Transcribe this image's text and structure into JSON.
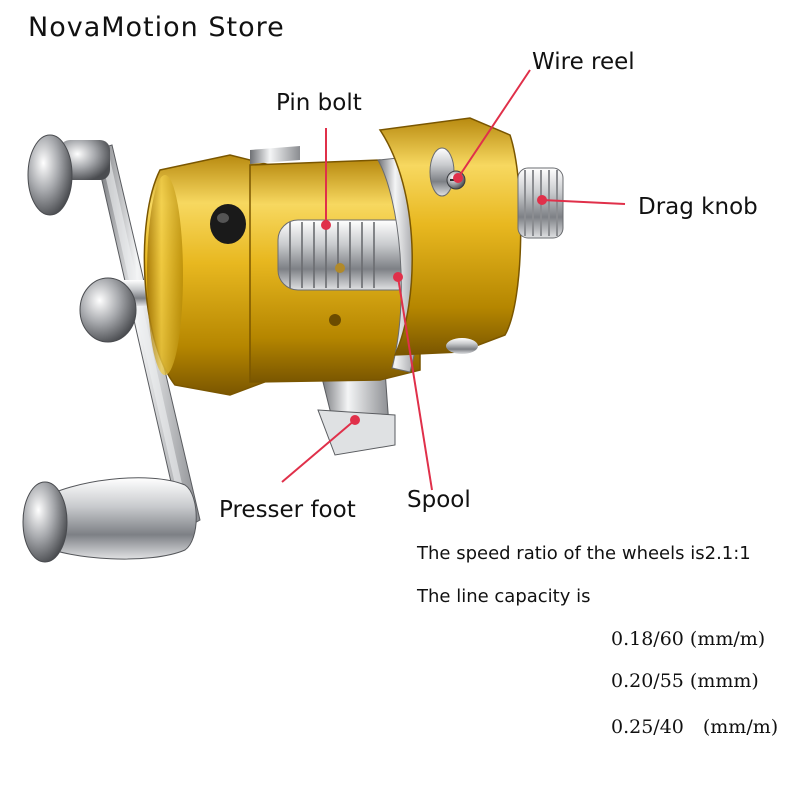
{
  "store": {
    "name": "NovaMotion Store"
  },
  "labels": {
    "pin_bolt": "Pin bolt",
    "wire_reel": "Wire reel",
    "drag_knob": "Drag knob",
    "presser_foot": "Presser foot",
    "spool": "Spool"
  },
  "specs": {
    "speed_ratio": "The speed ratio of the wheels is2.1:1",
    "line_capacity": "The line capacity is",
    "capacity_rows": [
      "0.18/60 (mm/m)",
      "0.20/55 (mmm)",
      "0.25/40　(mm/m)"
    ]
  },
  "colors": {
    "callout_line": "#e0304a",
    "gold": "#e8b820",
    "silver": "#c8cacc"
  }
}
